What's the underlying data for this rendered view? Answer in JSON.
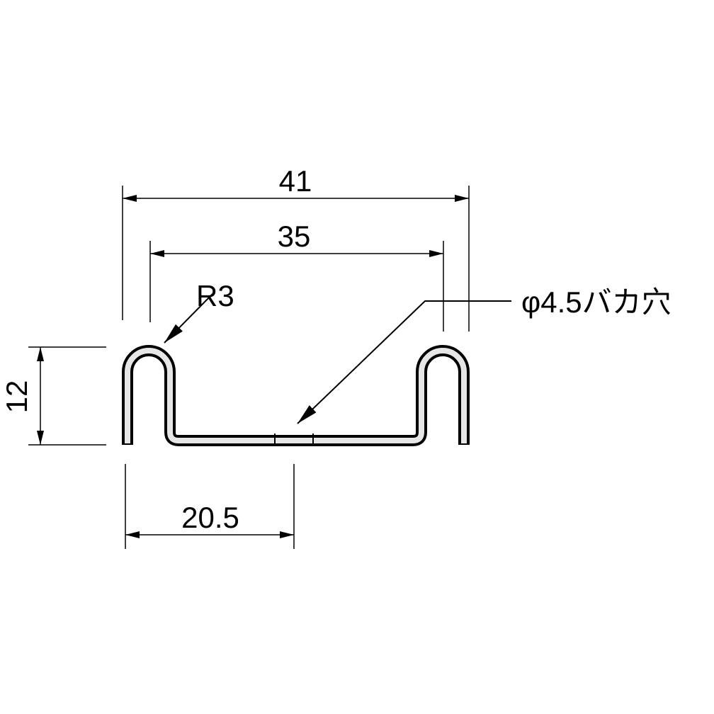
{
  "dimensions": {
    "overall_width": "41",
    "inner_width": "35",
    "height": "12",
    "hole_offset": "20.5",
    "bend_radius": "R3",
    "hole_note": "φ4.5バカ穴"
  },
  "colors": {
    "line": "#000000",
    "material_fill": "#e6e6e6"
  }
}
